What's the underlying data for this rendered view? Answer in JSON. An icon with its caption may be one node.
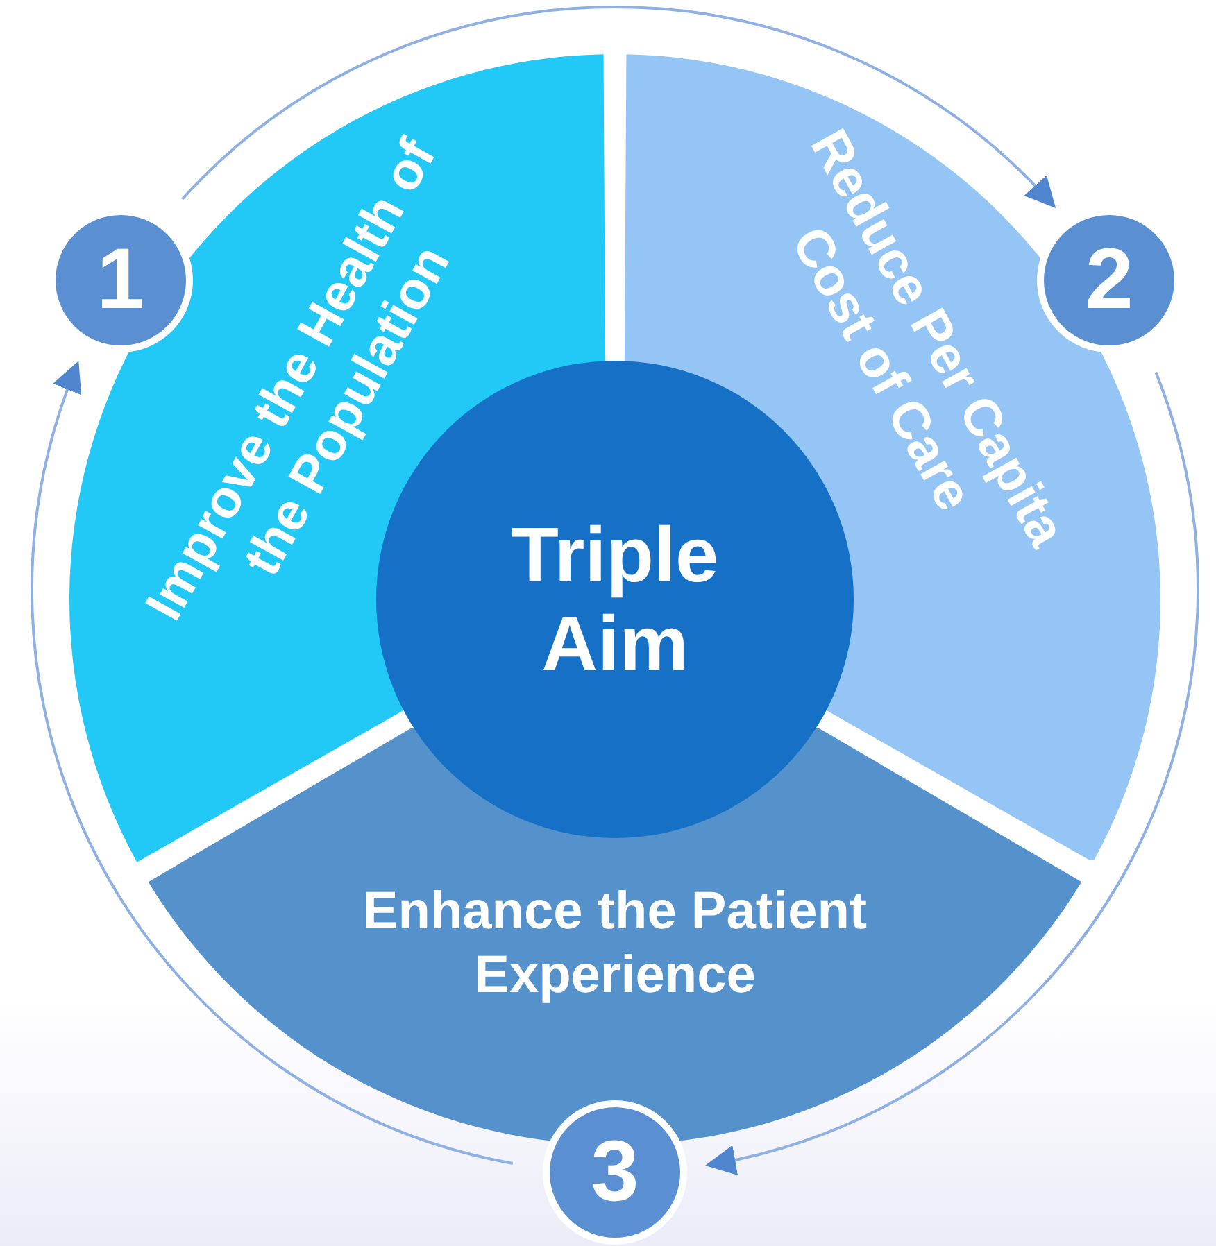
{
  "diagram": {
    "nodes": [
      {
        "text": [
          "Triple Aim"
        ]
      },
      {
        "text": [
          "Improve the Health of the Population"
        ]
      },
      {
        "text": [
          "Reduce Per Capita Cost of Care"
        ]
      },
      {
        "text": [
          "Enhance the Patient Experience"
        ]
      },
      {
        "text": [
          "1"
        ]
      },
      {
        "text": [
          "2"
        ]
      },
      {
        "text": [
          "3"
        ]
      }
    ],
    "edges": [
      {
        "from": 4,
        "to": 5,
        "arrow": "to"
      },
      {
        "from": 5,
        "to": 6,
        "arrow": "to"
      },
      {
        "from": 6,
        "to": 4,
        "arrow": "to"
      }
    ]
  }
}
